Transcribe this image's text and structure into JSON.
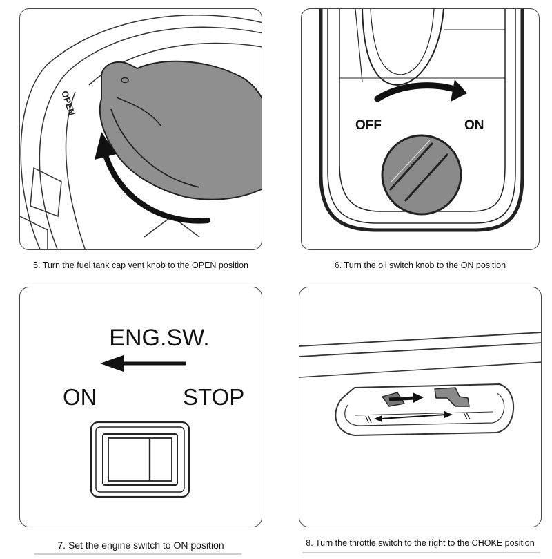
{
  "panels": [
    {
      "label": "OPEN",
      "caption": "5. Turn the fuel tank cap vent knob to the OPEN position"
    },
    {
      "off_label": "OFF",
      "on_label": "ON",
      "caption": "6. Turn the oil switch knob to the ON position"
    },
    {
      "title": "ENG.SW.",
      "on_label": "ON",
      "stop_label": "STOP",
      "caption": "7. Set the engine switch to ON position"
    },
    {
      "caption": "8. Turn the throttle switch to the right to the CHOKE position"
    }
  ],
  "colors": {
    "knob_fill": "#8a8a8a",
    "cap_fill": "#8f8f8f",
    "outline": "#222222",
    "arrow": "#111111"
  }
}
